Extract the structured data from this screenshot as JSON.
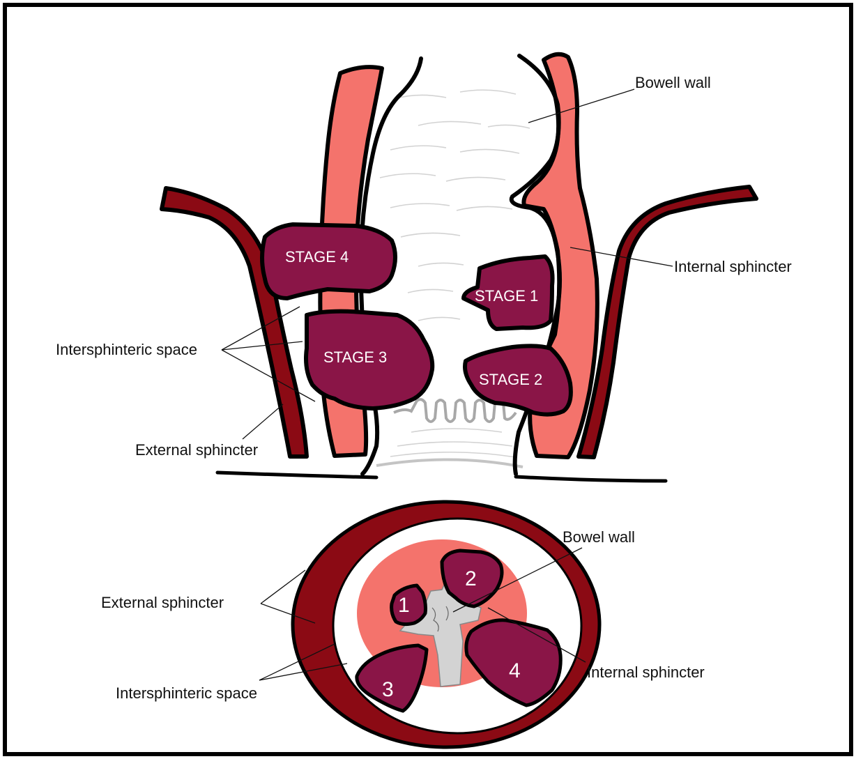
{
  "colors": {
    "external_sphincter": "#8b0a14",
    "internal_sphincter": "#f4736c",
    "abscess": "#8a1547",
    "bowel_lumen": "#d3d3d3",
    "outline": "#000000"
  },
  "longitudinal": {
    "stages": [
      "STAGE 4",
      "STAGE 3",
      "STAGE 1",
      "STAGE 2"
    ],
    "labels": {
      "bowel_wall": "Bowell wall",
      "internal_sphincter": "Internal sphincter",
      "intersphincteric_space": "Intersphinteric space",
      "external_sphincter": "External sphincter"
    }
  },
  "cross_section": {
    "numbers": [
      "1",
      "2",
      "3",
      "4"
    ],
    "labels": {
      "bowel_wall": "Bowel wall",
      "external_sphincter": "External sphincter",
      "internal_sphincter": "Internal sphincter",
      "intersphincteric_space": "Intersphinteric space"
    }
  }
}
